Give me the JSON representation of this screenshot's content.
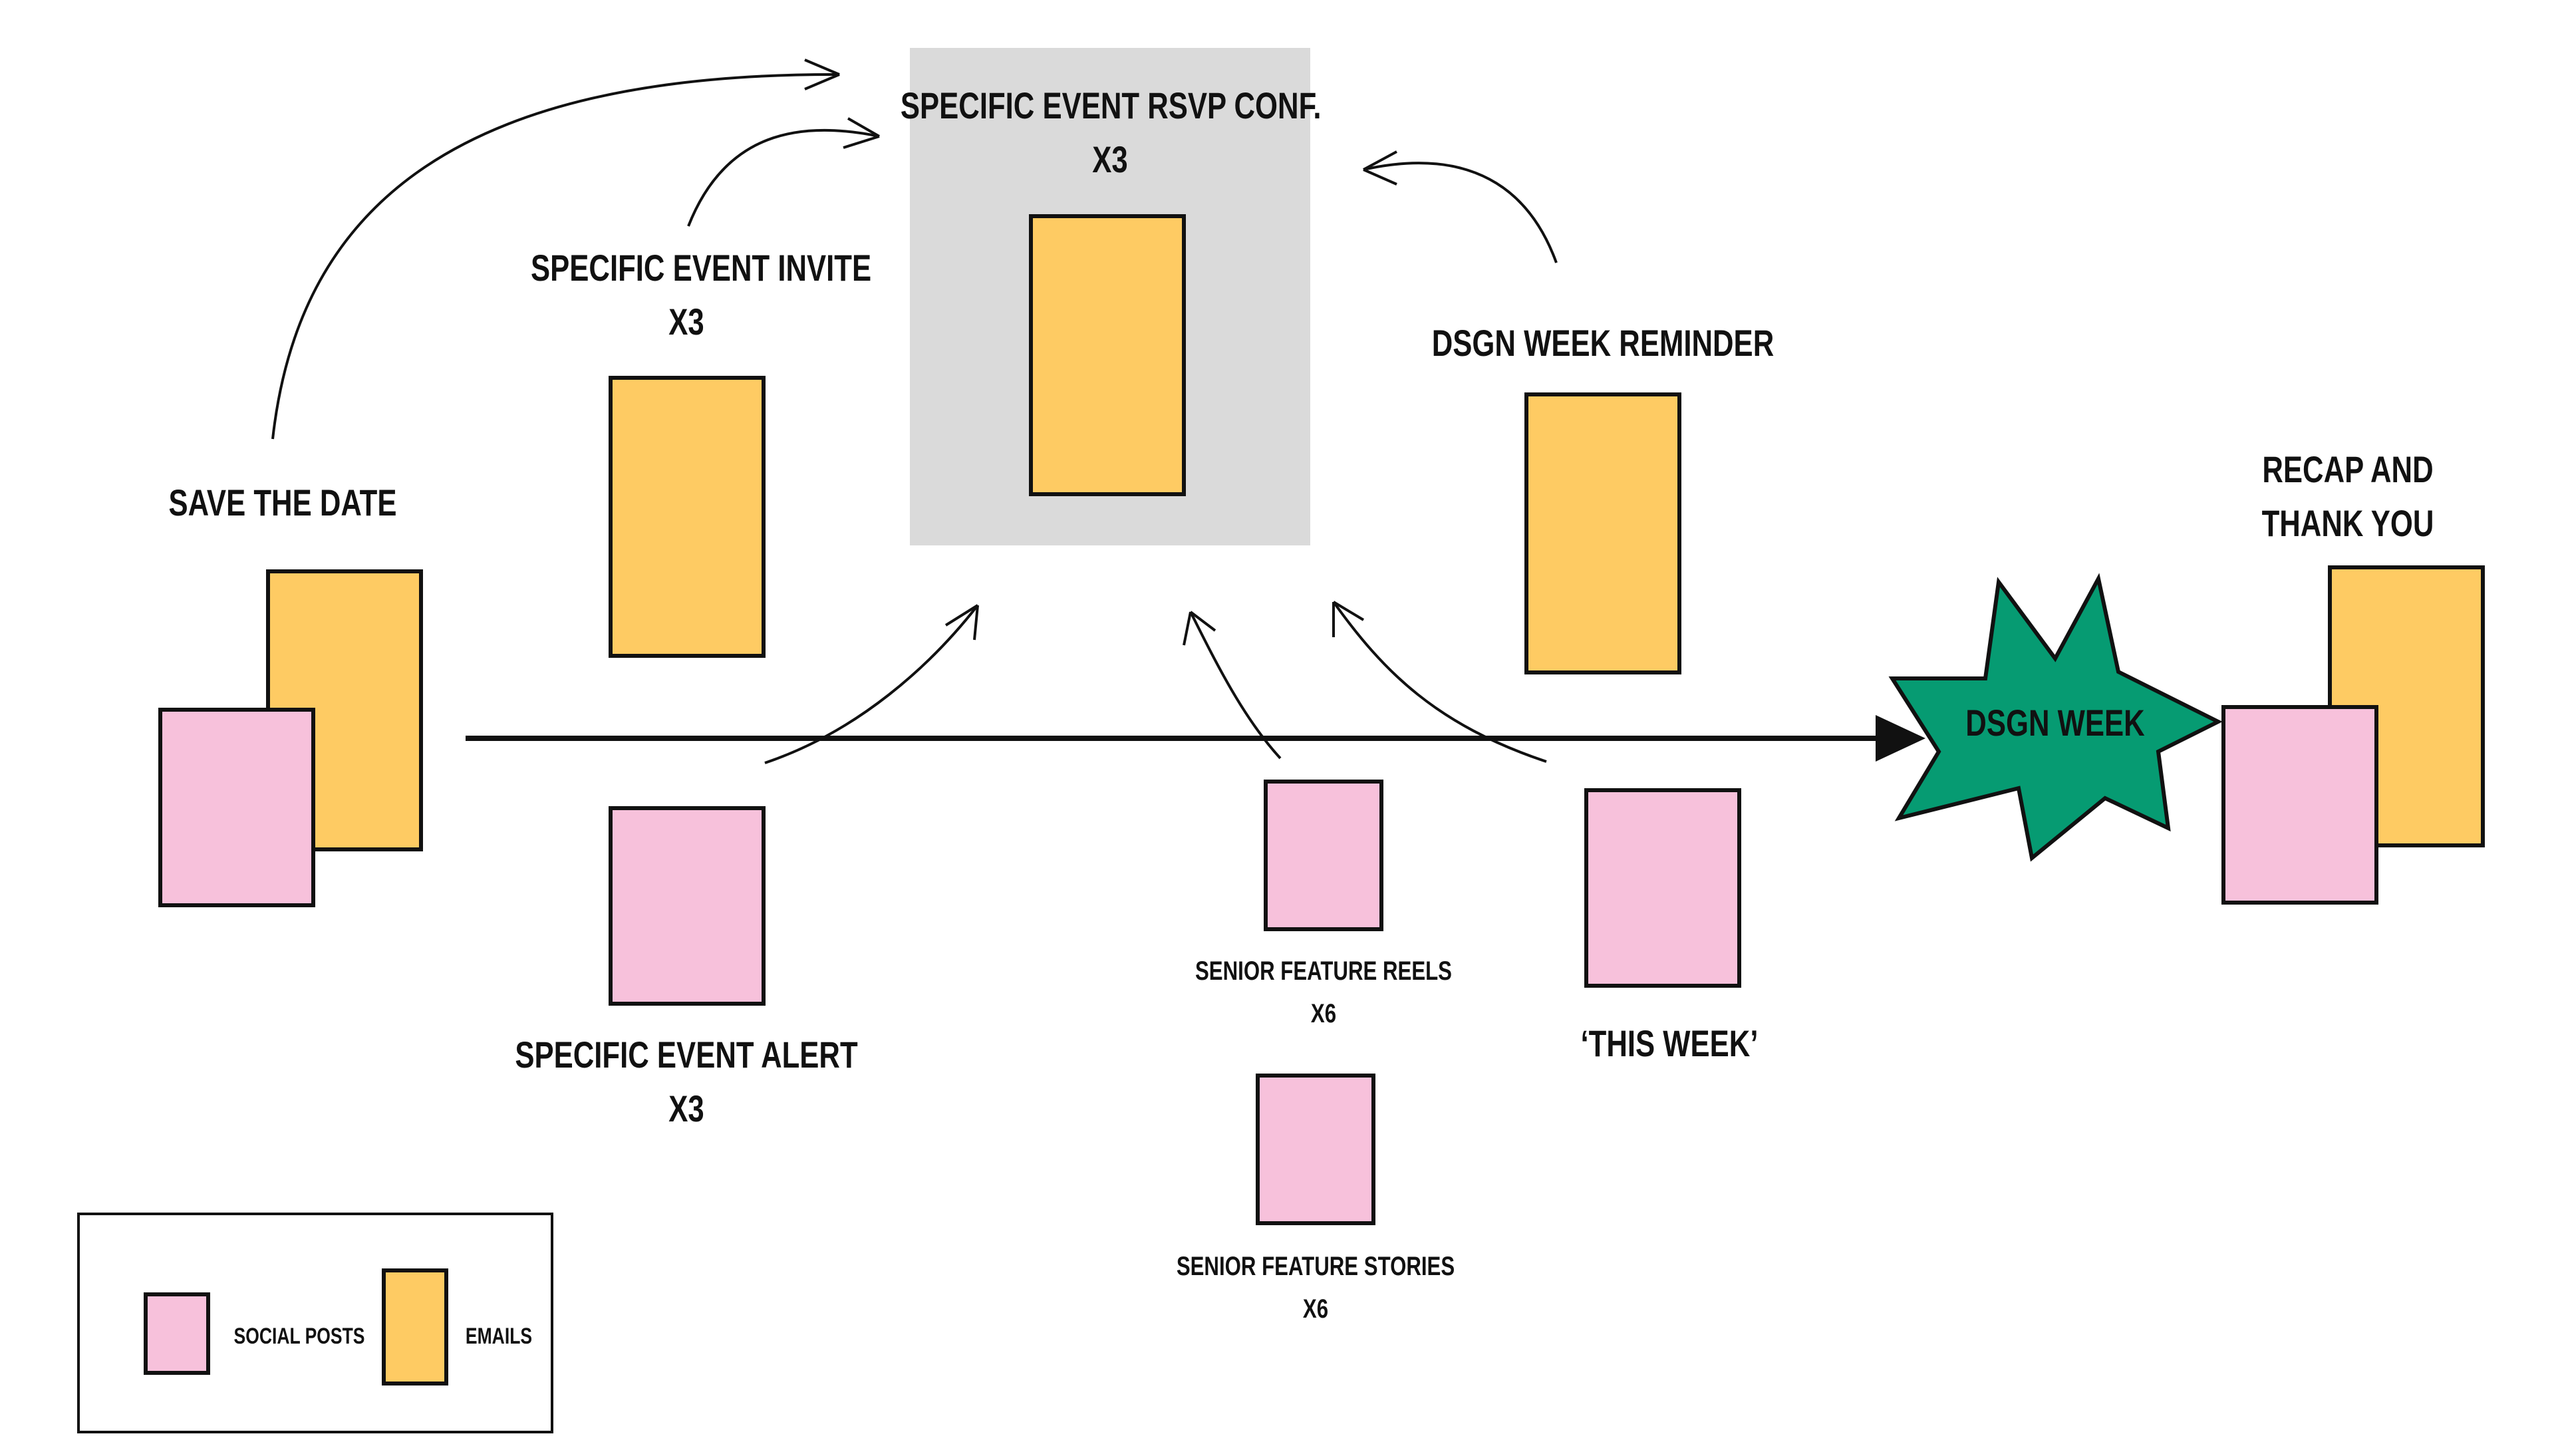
{
  "colors": {
    "email": "#fecb63",
    "social": "#f7c1db",
    "highlight_panel": "#dadada",
    "burst": "#069b72",
    "ink": "#111111"
  },
  "nodes": {
    "save_the_date": {
      "title": "SAVE THE DATE"
    },
    "event_invite": {
      "title": "SPECIFIC EVENT INVITE",
      "count": "X3"
    },
    "rsvp_conf": {
      "title": "SPECIFIC EVENT RSVP CONF.",
      "count": "X3"
    },
    "reminder": {
      "title": "DSGN WEEK REMINDER"
    },
    "recap": {
      "line1": "RECAP AND",
      "line2": "THANK YOU"
    },
    "event_alert": {
      "title": "SPECIFIC EVENT ALERT",
      "count": "X3"
    },
    "feature_reels": {
      "title": "SENIOR FEATURE REELS",
      "count": "X6"
    },
    "feature_stories": {
      "title": "SENIOR FEATURE STORIES",
      "count": "X6"
    },
    "this_week": {
      "title": "‘THIS WEEK’"
    },
    "dsgn_week": {
      "title": "DSGN WEEK",
      "icon": "starburst-icon"
    }
  },
  "legend": {
    "social_label": "SOCIAL POSTS",
    "email_label": "EMAILS"
  }
}
